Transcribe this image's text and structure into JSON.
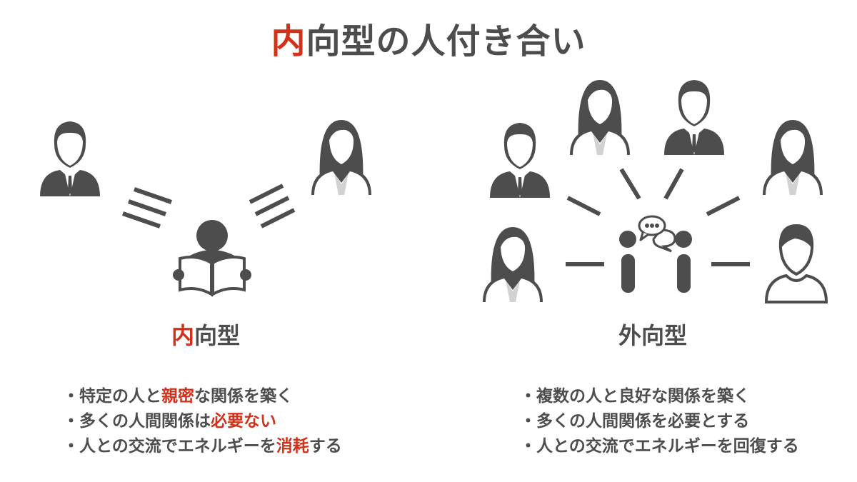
{
  "title": {
    "highlight": "内",
    "rest": "向型の人付き合い"
  },
  "left": {
    "label": {
      "highlight": "内",
      "rest": "向型"
    },
    "bullets": [
      {
        "parts": [
          {
            "t": "・特定の人と",
            "red": false
          },
          {
            "t": "親密",
            "red": true
          },
          {
            "t": "な関係を築く",
            "red": false
          }
        ]
      },
      {
        "parts": [
          {
            "t": "・多くの人間関係は",
            "red": false
          },
          {
            "t": "必要ない",
            "red": true
          },
          {
            "t": "",
            "red": false
          }
        ]
      },
      {
        "parts": [
          {
            "t": "・人との交流でエネルギーを",
            "red": false
          },
          {
            "t": "消耗",
            "red": true
          },
          {
            "t": "する",
            "red": false
          }
        ]
      }
    ]
  },
  "right": {
    "label": "外向型",
    "bullets": [
      "・複数の人と良好な関係を築く",
      "・多くの人間関係を必要とする",
      "・人との交流でエネルギーを回復する"
    ]
  },
  "colors": {
    "text": "#4d4d4d",
    "accent": "#d2321a"
  }
}
